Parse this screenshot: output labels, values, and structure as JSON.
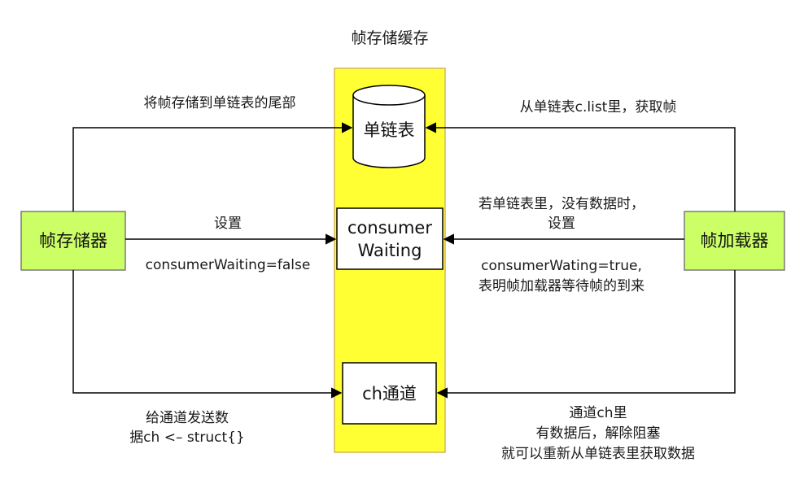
{
  "title": "帧存储缓存",
  "colors": {
    "cache_fill": "#ffff33",
    "cache_stroke": "#d6b656",
    "actor_fill": "#ccff66",
    "actor_stroke": "#7a7a7a",
    "line": "#000000"
  },
  "nodes": {
    "storer": "帧存储器",
    "loader": "帧加载器",
    "list": "单链表",
    "waiting_line1": "consumer",
    "waiting_line2": "Waiting",
    "channel": "ch通道"
  },
  "labels": {
    "store_to_tail": "将帧存储到单链表的尾部",
    "fetch_from_list": "从单链表c.list里，获取帧",
    "set": "设置",
    "set_false": "consumerWaiting=false",
    "if_empty_line1": "若单链表里，没有数据时，",
    "if_empty_line2": "设置",
    "set_true_line1": "consumerWating=true,",
    "set_true_line2": "表明帧加载器等待帧的到来",
    "send_line1": "给通道发送数",
    "send_line2": "据ch <– struct{}",
    "channel_note_line1": "通道ch里",
    "channel_note_line2": "有数据后，解除阻塞",
    "channel_note_line3": "就可以重新从单链表里获取数据"
  }
}
